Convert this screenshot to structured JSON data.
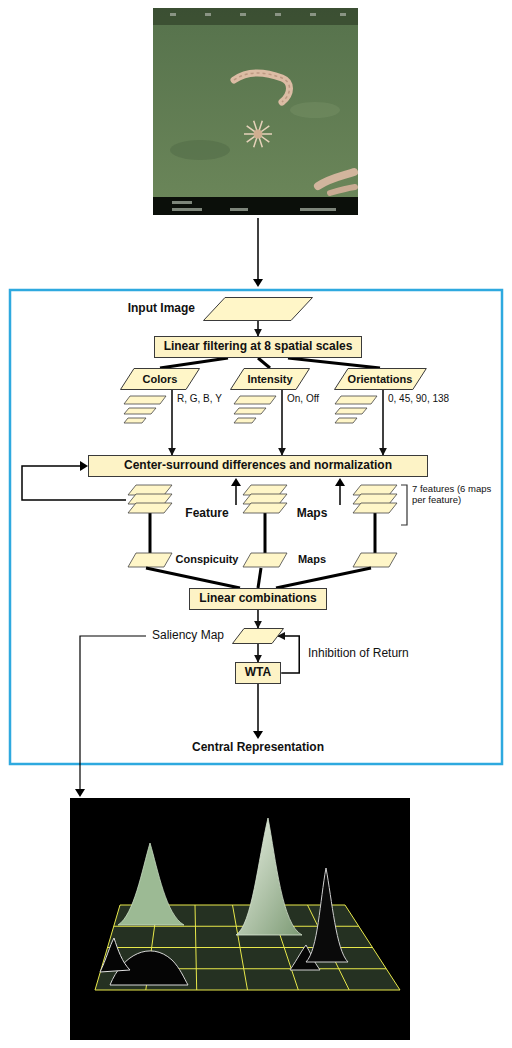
{
  "diagram": {
    "nodes": [
      {
        "text": [
          "Input Image"
        ]
      },
      {
        "text": [
          "Linear filtering at 8 spatial scales"
        ]
      },
      {
        "text": [
          "Colors"
        ]
      },
      {
        "text": [
          "Intensity"
        ]
      },
      {
        "text": [
          "Orientations"
        ]
      },
      {
        "text": [
          "Center-surround differences and normalization"
        ]
      },
      {
        "text": [
          "Linear combinations"
        ]
      },
      {
        "text": [
          "Saliency Map"
        ]
      },
      {
        "text": [
          "WTA"
        ]
      }
    ],
    "edges": [
      {
        "from": 0,
        "to": 1,
        "arrow": "to"
      },
      {
        "from": 1,
        "to": 2,
        "arrow": "none"
      },
      {
        "from": 1,
        "to": 3,
        "arrow": "none"
      },
      {
        "from": 1,
        "to": 4,
        "arrow": "none"
      },
      {
        "from": 2,
        "to": 5,
        "arrow": "to"
      },
      {
        "from": 3,
        "to": 5,
        "arrow": "to"
      },
      {
        "from": 4,
        "to": 5,
        "arrow": "to"
      },
      {
        "from": 6,
        "to": 7,
        "arrow": "to"
      },
      {
        "from": 7,
        "to": 8,
        "arrow": "to"
      },
      {
        "from": 8,
        "to": 7,
        "arrow": "to",
        "label": "Inhibition of Return"
      }
    ],
    "labels": [
      "R, G, B, Y",
      "On, Off",
      "0, 45, 90, 138",
      "Feature",
      "Maps",
      "7 features (6 maps per feature)",
      "Conspicuity",
      "Maps",
      "Central Representation"
    ]
  }
}
